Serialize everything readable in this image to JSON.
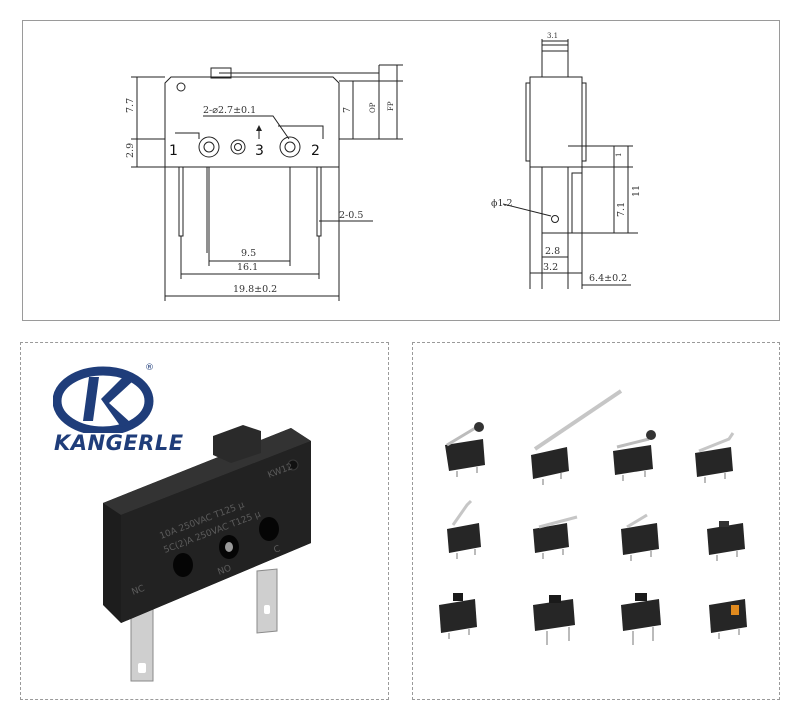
{
  "drawing": {
    "front_labels": {
      "height_7_7": "7.7",
      "height_2_9": "2.9",
      "hole_callout": "2-⌀2.7±0.1",
      "dim_7": "7",
      "op": "OP",
      "fp": "FP",
      "pin_1": "1",
      "pin_2": "2",
      "pin_3": "3",
      "terminal_width": "2-0.5",
      "dim_9_5": "9.5",
      "dim_16_1": "16.1",
      "dim_19_8": "19.8±0.2"
    },
    "side_labels": {
      "dim_3_1": "3.1",
      "dim_1": "1",
      "dim_11": "11",
      "dim_7_1": "7.1",
      "hole_dia": "ϕ1.2",
      "dim_2_8": "2.8",
      "dim_3_2": "3.2",
      "dim_6_4": "6.4±0.2"
    }
  },
  "product": {
    "brand": "KANGERLE",
    "registered_mark": "®",
    "switch_markings": {
      "model": "KW12",
      "rating_1": "10A 250VAC T125 μ",
      "rating_2": "5C(2)A 250VAC T125 μ",
      "nc": "NC",
      "no": "NO",
      "c": "C"
    }
  },
  "variants": {
    "count": 12,
    "colors": {
      "body": "#262626",
      "lever": "#bcbcbc",
      "accent_button": "#e08a1e"
    }
  },
  "colors": {
    "brand_blue": "#1f3d7a",
    "frame_border": "#9a9a9a"
  }
}
